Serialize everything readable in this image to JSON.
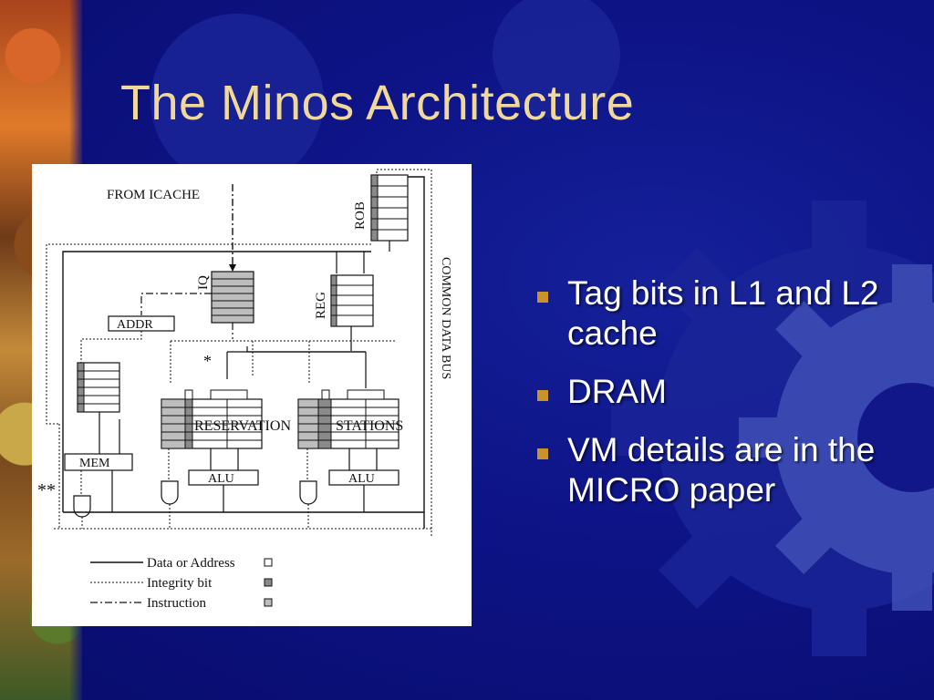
{
  "slide": {
    "title": "The Minos Architecture",
    "colors": {
      "background": "#0b0f7a",
      "title": "#f0d79a",
      "bullet": "#c9932c",
      "text": "#ffffff"
    }
  },
  "diagram": {
    "labels": {
      "from_icache": "FROM ICACHE",
      "rob": "ROB",
      "iq": "IQ",
      "reg": "REG",
      "addr": "ADDR",
      "mem": "MEM",
      "alu_left": "ALU",
      "alu_right": "ALU",
      "reservation": "RESERVATION",
      "stations": "STATIONS",
      "common_data_bus": "COMMON DATA BUS",
      "star": "*",
      "double_star": "**"
    },
    "legend": [
      {
        "label": "Data or Address",
        "line": "solid"
      },
      {
        "label": "Integrity bit",
        "line": "dotted"
      },
      {
        "label": "Instruction",
        "line": "dash-dot"
      }
    ]
  },
  "bullets": [
    {
      "text": "Tag bits in L1 and L2 cache"
    },
    {
      "text": "DRAM"
    },
    {
      "text": "VM details are in the MICRO paper"
    }
  ]
}
